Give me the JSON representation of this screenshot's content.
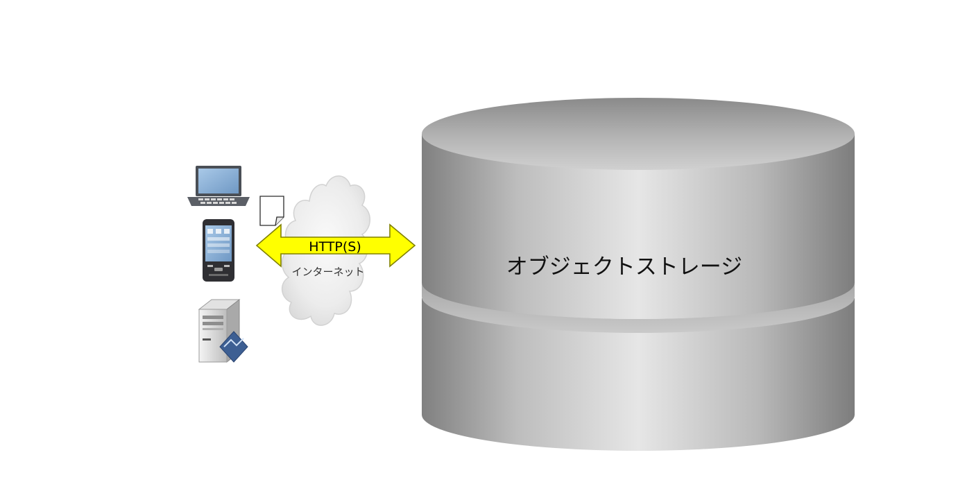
{
  "diagram": {
    "storage": {
      "label": "オブジェクトストレージ"
    },
    "connection": {
      "protocol_label": "HTTP(S)",
      "network_label": "インターネット"
    },
    "clients": [
      {
        "icon": "laptop-icon"
      },
      {
        "icon": "smartphone-icon"
      },
      {
        "icon": "server-icon"
      }
    ],
    "colors": {
      "arrow_fill": "#ffff00",
      "arrow_stroke": "#808000",
      "cylinder_mid": "#e4e4e4",
      "cylinder_dark": "#7f7f7f"
    }
  }
}
